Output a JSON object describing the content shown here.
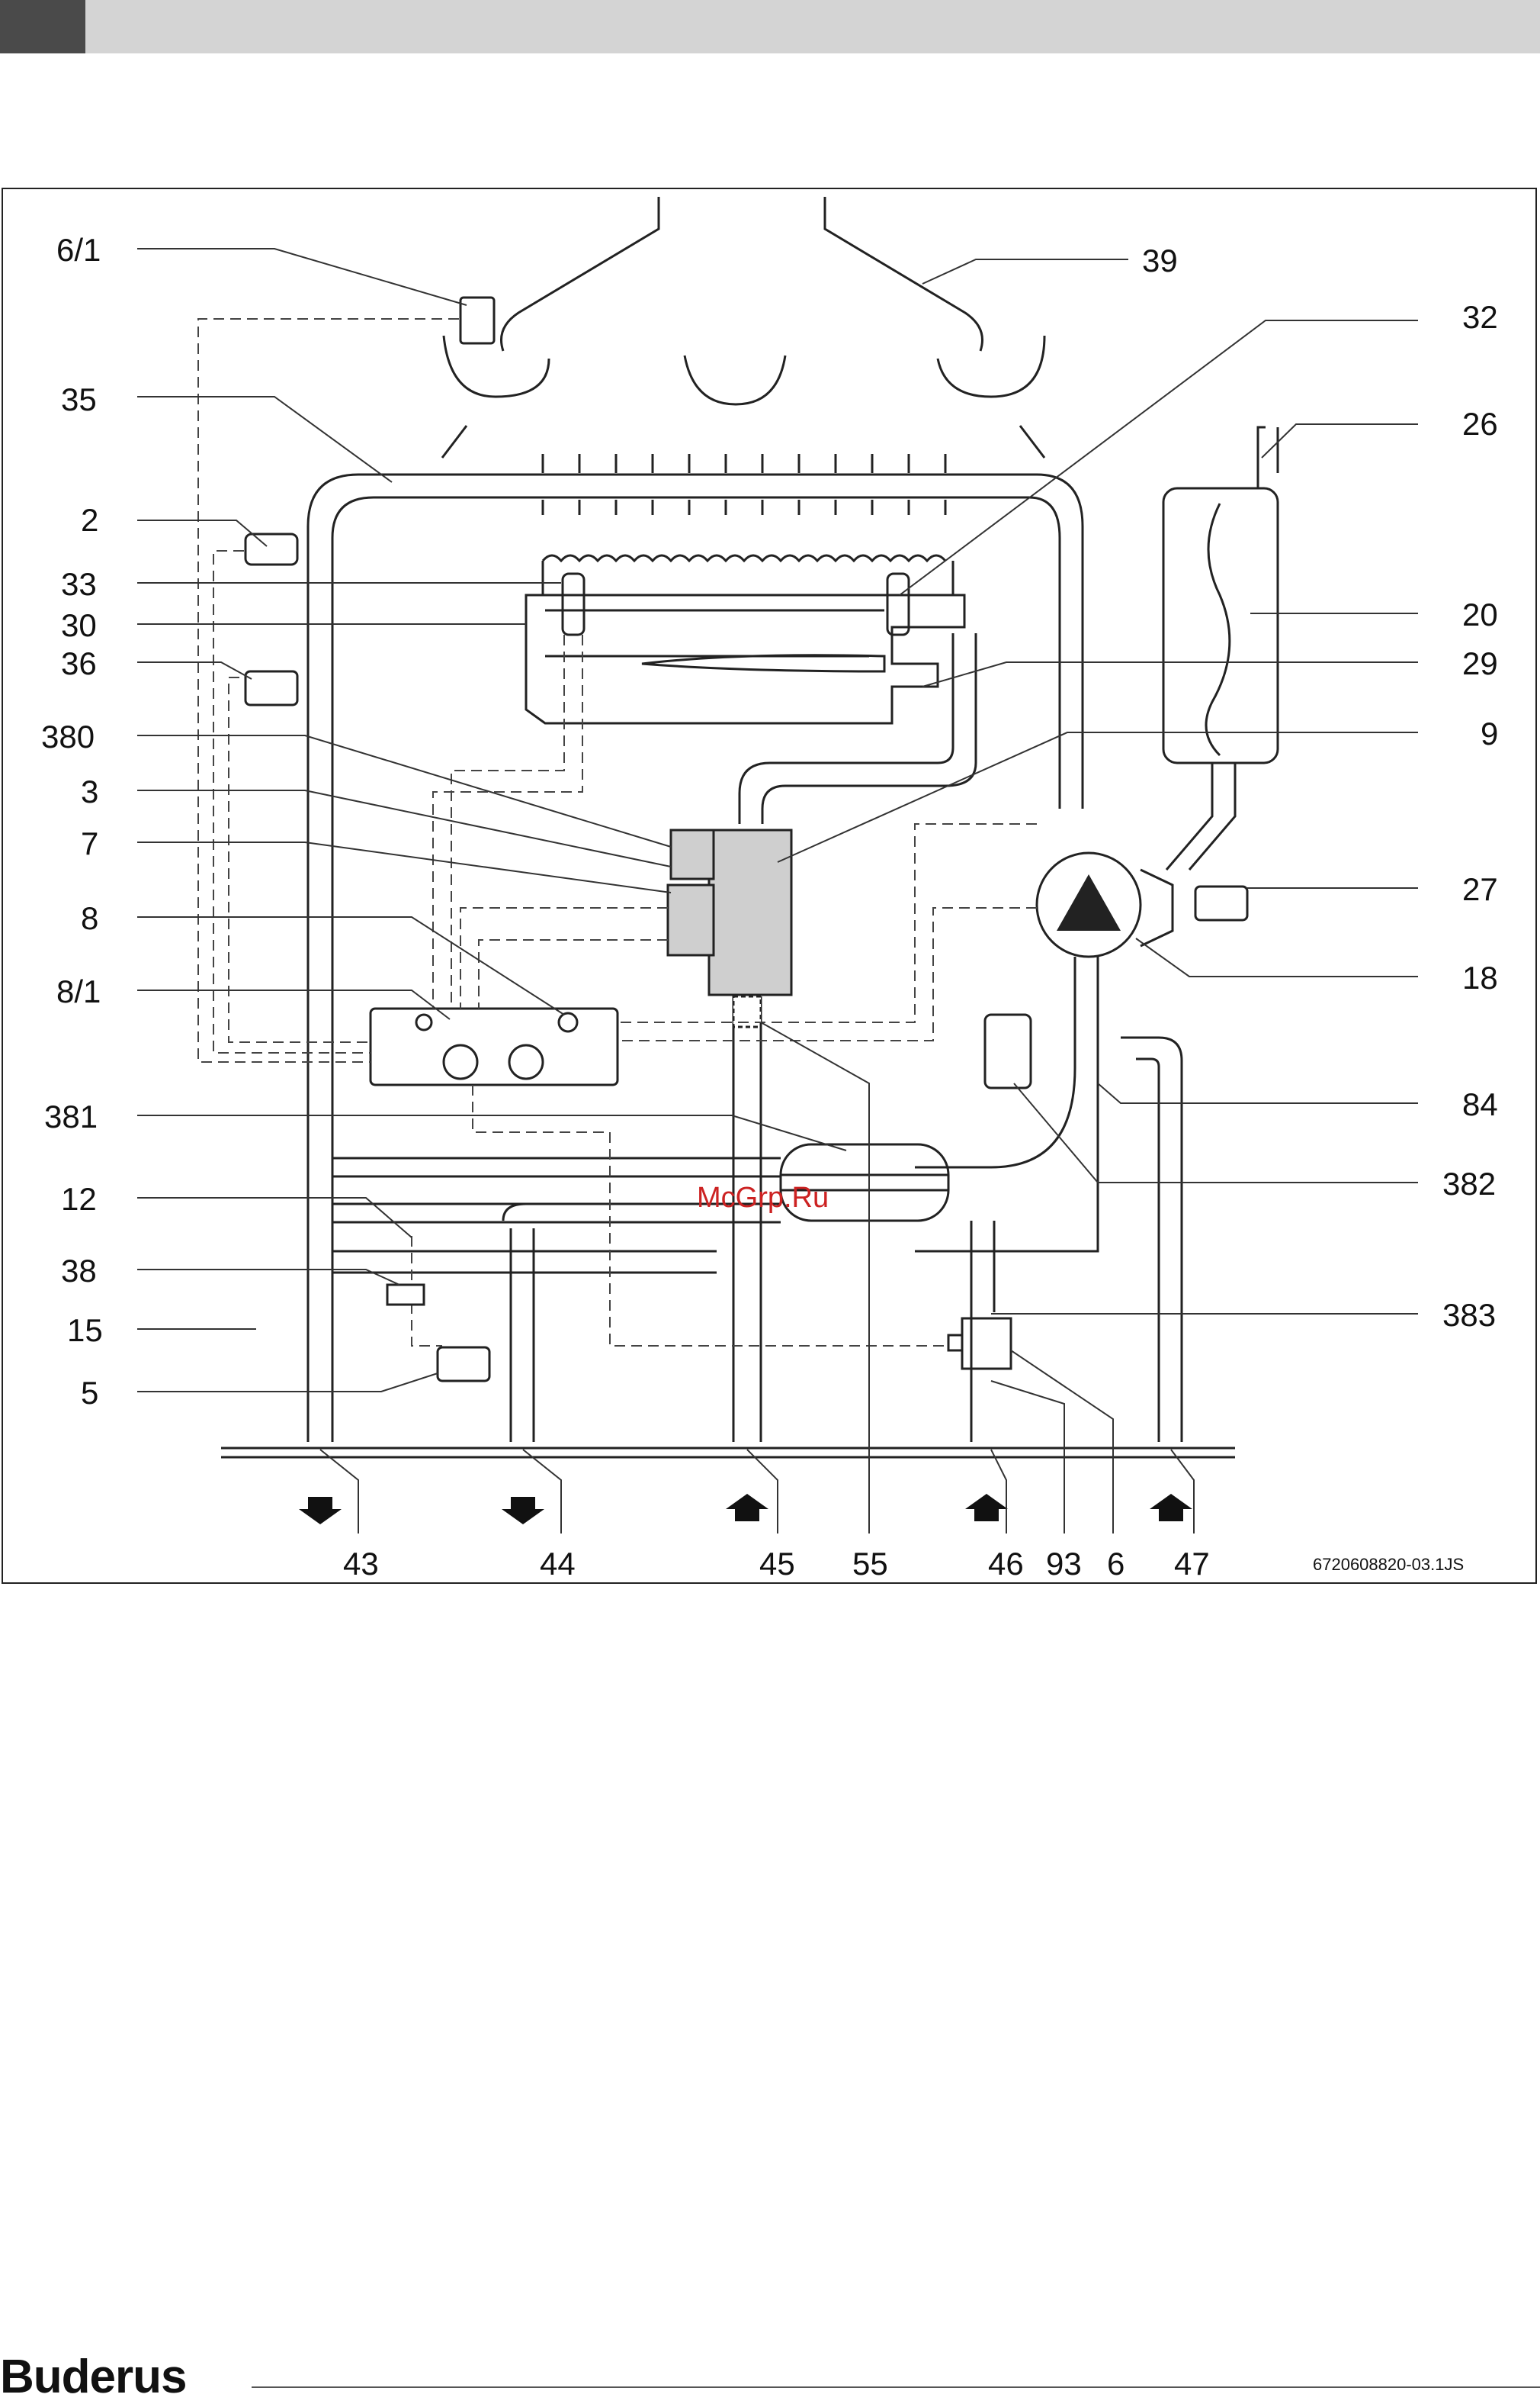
{
  "brand": "Buderus",
  "watermark": "McGrp.Ru",
  "doc_id": "6720608820-03.1JS",
  "labels_left": [
    "6/1",
    "35",
    "2",
    "33",
    "30",
    "36",
    "380",
    "3",
    "7",
    "8",
    "8/1",
    "381",
    "12",
    "38",
    "15",
    "5"
  ],
  "labels_right": [
    "39",
    "32",
    "26",
    "20",
    "29",
    "9",
    "27",
    "18",
    "84",
    "382",
    "383"
  ],
  "labels_bottom": [
    "43",
    "44",
    "45",
    "55",
    "46",
    "93",
    "6",
    "47"
  ],
  "colors": {
    "line": "#222222",
    "pipe_fill": "#ffffff",
    "part_fill": "#cfcfcf",
    "topbar": "#d4d4d4",
    "topbar_tab": "#4a4a4a"
  }
}
